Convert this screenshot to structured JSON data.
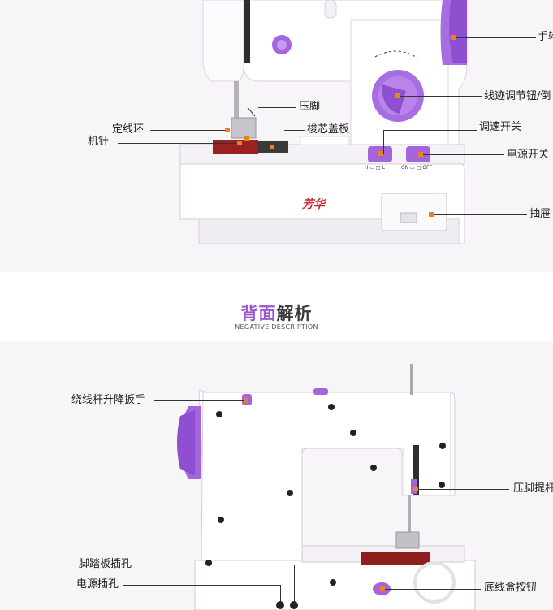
{
  "brand_logo": "芳华",
  "heading": {
    "accent": "背面",
    "rest": "解析",
    "subtitle": "NEGATIVE DESCRIPTION"
  },
  "front_labels": {
    "handwheel": "手轮",
    "stitch_dial": "线迹调节钮/倒",
    "speed_switch": "调速开关",
    "power_switch": "电源开关",
    "drawer": "抽屉",
    "presser_foot": "压脚",
    "bobbin_cover": "梭芯盖板",
    "thread_ring": "定线环",
    "needle": "机针"
  },
  "switch_marks": {
    "speed": "H ▭ □ L",
    "power": "ON ▭ □ OFF"
  },
  "back_labels": {
    "winder_lever": "绕线杆升降扳手",
    "foot_lifter": "压脚提杆",
    "pedal_socket": "脚踏板插孔",
    "power_socket": "电源插孔",
    "bobbin_button": "底线盒按钮"
  },
  "colors": {
    "accent_purple": "#9b59d0",
    "marker_orange": "#e8831e",
    "brand_red": "#d0282e"
  }
}
